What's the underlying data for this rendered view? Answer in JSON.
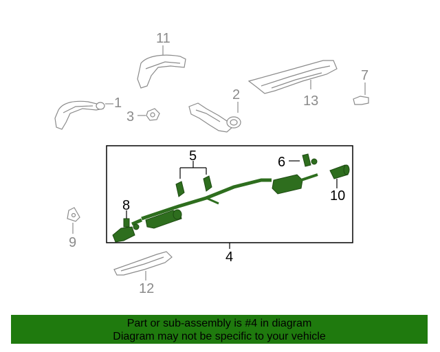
{
  "callouts": {
    "n1": "1",
    "n2": "2",
    "n3": "3",
    "n4": "4",
    "n5": "5",
    "n6": "6",
    "n7": "7",
    "n8": "8",
    "n9": "9",
    "n10": "10",
    "n11": "11",
    "n12": "12",
    "n13": "13"
  },
  "banner": {
    "line1": "Part or sub-assembly is #4 in diagram",
    "line2": "Diagram may not be specific to your vehicle"
  },
  "colors": {
    "banner_bg": "#1f7a0e",
    "part_green": "#2e6e1e",
    "outline_grey": "#8a8a8a"
  }
}
